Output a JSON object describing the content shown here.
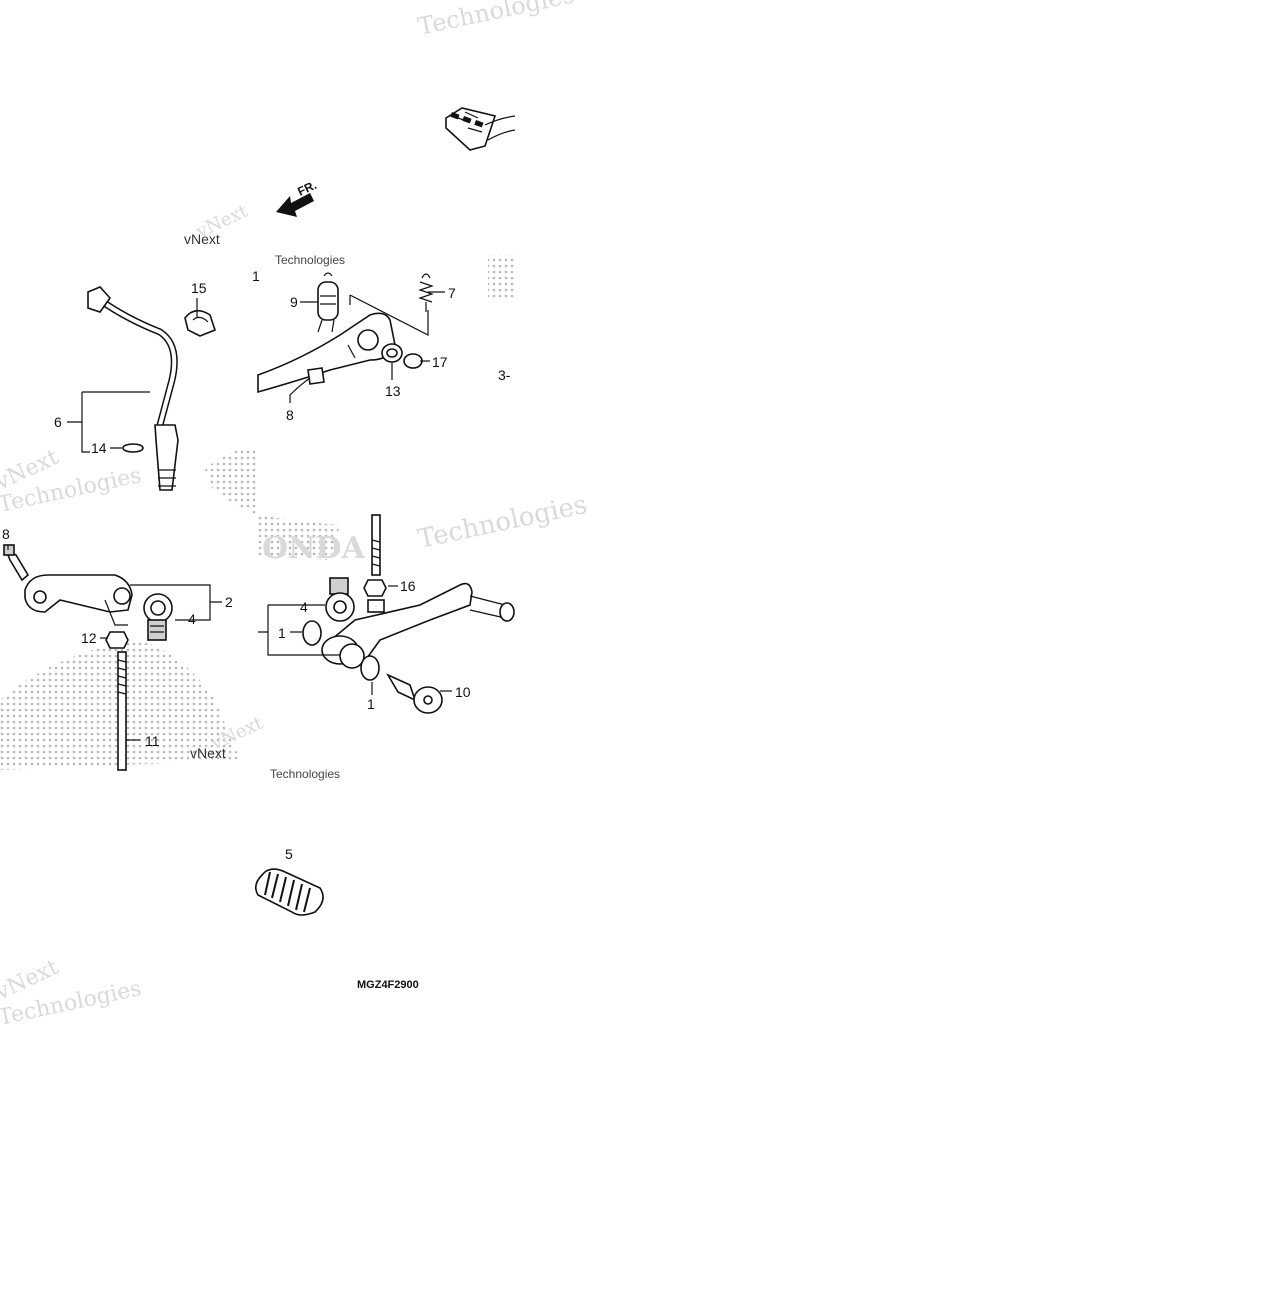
{
  "diagram": {
    "direction_label": "FR.",
    "diagram_code": "MGZ4F2900",
    "page_ref": "3-",
    "watermark_lines": [
      "vNext",
      "Technologies"
    ],
    "brand_watermark": "ONDA",
    "part_labels": {
      "p1a": "1",
      "p1b": "1",
      "p1c": "1",
      "p2": "2",
      "p4a": "4",
      "p4b": "4",
      "p5": "5",
      "p6": "6",
      "p7": "7",
      "p8": "8",
      "p9": "9",
      "p10": "10",
      "p11": "11",
      "p12": "12",
      "p13": "13",
      "p14": "14",
      "p15": "15",
      "p16": "16",
      "p17": "17",
      "p18": "8"
    }
  },
  "colors": {
    "ink": "#111111",
    "watermark": "#d9d9d9",
    "halftone": "#b8b8b8"
  }
}
